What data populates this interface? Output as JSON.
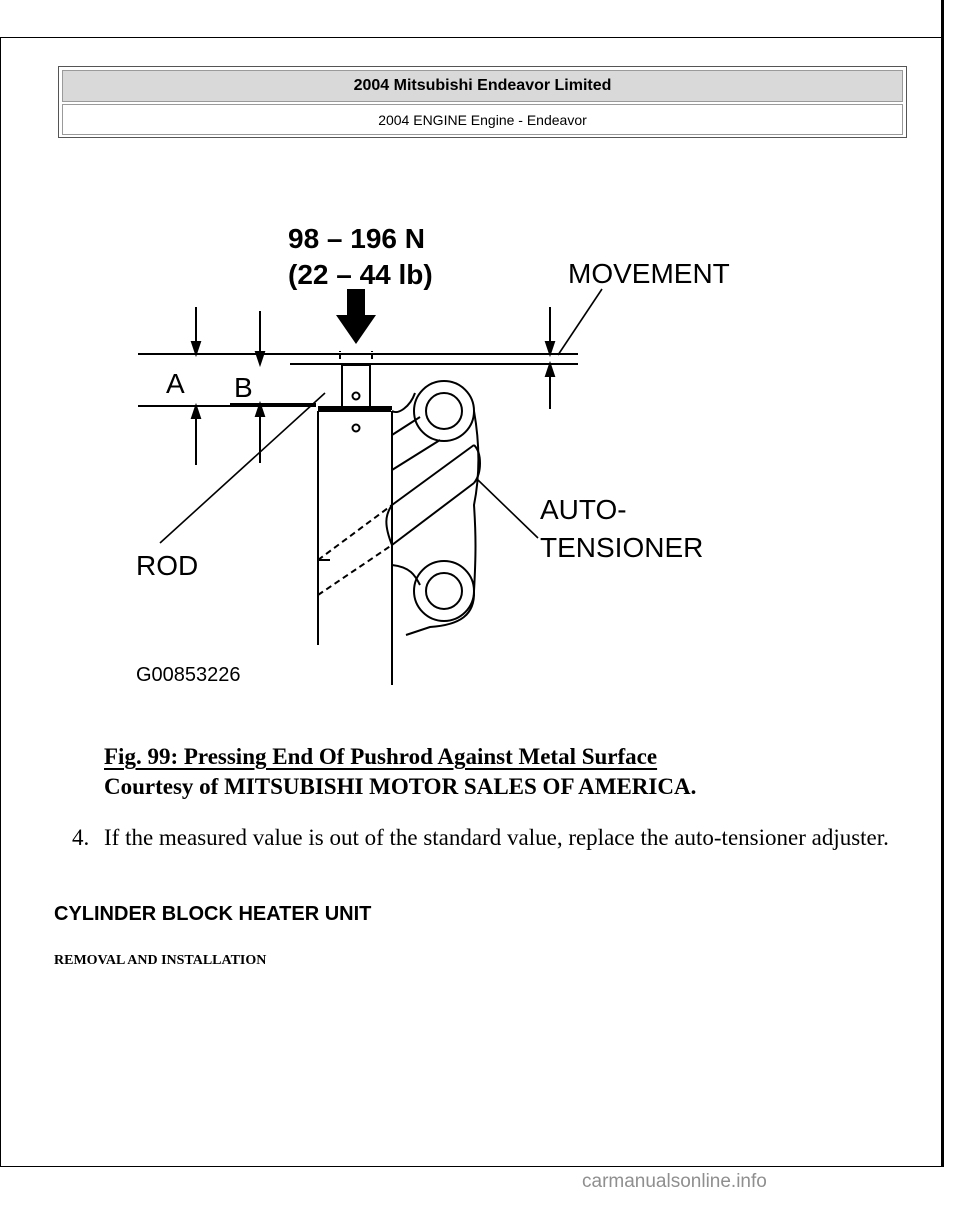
{
  "header": {
    "title": "2004 Mitsubishi Endeavor Limited",
    "subtitle": "2004 ENGINE Engine - Endeavor"
  },
  "figure": {
    "force_label_line1": "98 – 196 N",
    "force_label_line2": "(22 – 44 lb)",
    "label_movement": "MOVEMENT",
    "label_a": "A",
    "label_b": "B",
    "label_rod": "ROD",
    "label_auto_line1": "AUTO-",
    "label_auto_line2": "TENSIONER",
    "figure_id": "G00853226"
  },
  "caption": {
    "title": "Fig. 99: Pressing End Of Pushrod Against Metal Surface",
    "courtesy": "Courtesy of MITSUBISHI MOTOR SALES OF AMERICA."
  },
  "step": {
    "number": "4.",
    "text": "If the measured value is out of the standard value, replace the auto-tensioner adjuster."
  },
  "section_heading": "CYLINDER BLOCK HEATER UNIT",
  "subsection_heading": "REMOVAL AND INSTALLATION",
  "watermark": "carmanualsonline.info"
}
